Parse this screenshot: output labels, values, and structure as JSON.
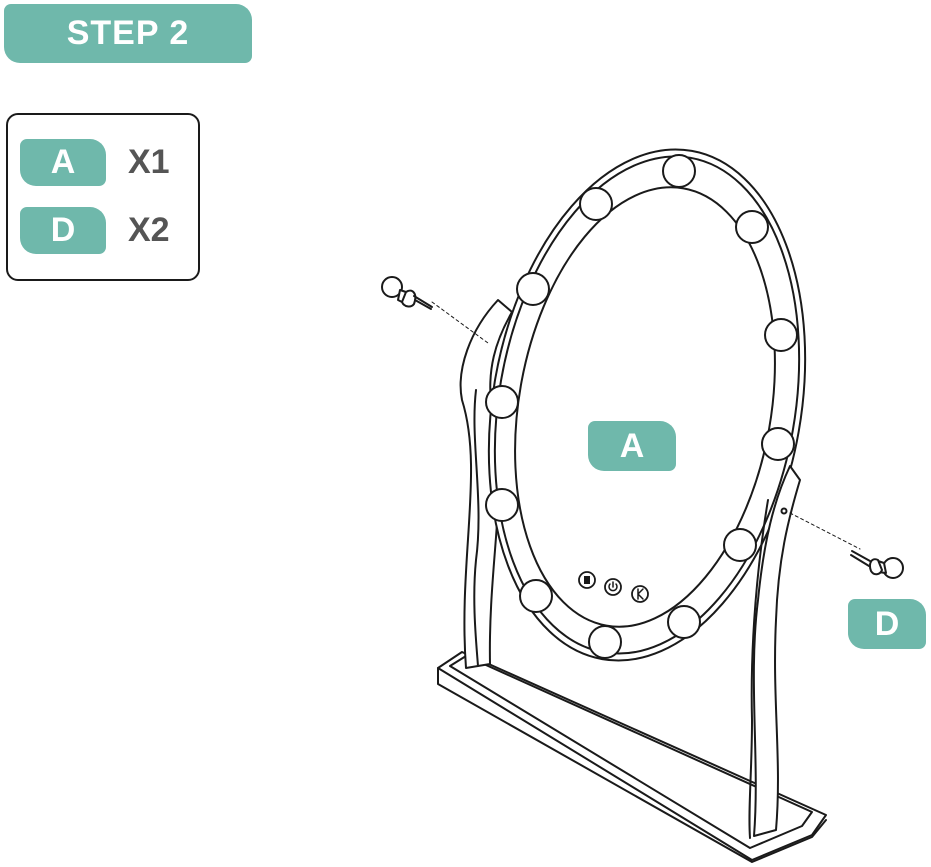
{
  "header": {
    "step_label": "STEP 2"
  },
  "parts_list": [
    {
      "letter": "A",
      "quantity": "X1"
    },
    {
      "letter": "D",
      "quantity": "X2"
    }
  ],
  "callouts": {
    "mirror": "A",
    "knob": "D"
  },
  "colors": {
    "accent": "#6fb8ab",
    "line": "#1a1a1a",
    "quantity_text": "#555555"
  }
}
